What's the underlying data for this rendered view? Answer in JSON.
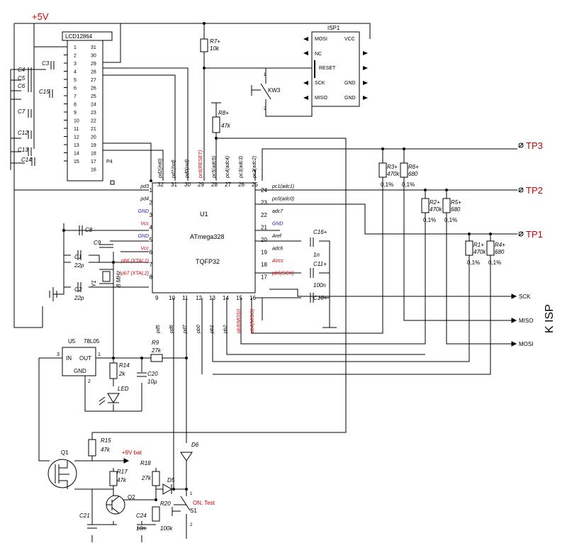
{
  "power": {
    "vcc_label": "+5V",
    "bat_label": "+9V bat"
  },
  "lcd": {
    "name": "LCD12864",
    "connector": "P4",
    "left_pins": [
      "1",
      "2",
      "3",
      "4",
      "5",
      "6",
      "7",
      "8",
      "9",
      "10",
      "11",
      "12",
      "13",
      "14",
      "15"
    ],
    "right_pins": [
      "31",
      "30",
      "29",
      "28",
      "27",
      "26",
      "25",
      "24",
      "23",
      "22",
      "21",
      "20",
      "19",
      "18",
      "17",
      "16"
    ]
  },
  "lcd_caps": [
    "C3",
    "C4",
    "C5",
    "C6",
    "C15",
    "C7",
    "C12",
    "C13",
    "C14"
  ],
  "isp": {
    "name": "ISP1",
    "pins": {
      "mosi": "MOSI",
      "vcc": "VCC",
      "nc": "NC",
      "reset": "RESET",
      "sck": "SCK",
      "gnd1": "GND",
      "miso": "MISO",
      "gnd2": "GND"
    },
    "header_label": "K ISP",
    "signal_sck": "SCK",
    "signal_miso": "MISO",
    "signal_mosi": "MOSI"
  },
  "button_kw3": {
    "name": "KW3",
    "pin1": "1",
    "pin2": "2"
  },
  "mcu": {
    "ref": "U1",
    "part": "ATmega328",
    "package": "TQFP32",
    "left_pins": [
      {
        "num": "1",
        "label": "pd3",
        "color": "black"
      },
      {
        "num": "2",
        "label": "pd4",
        "color": "black"
      },
      {
        "num": "3",
        "label": "GND",
        "color": "blue"
      },
      {
        "num": "4",
        "label": "Vcc",
        "color": "red"
      },
      {
        "num": "5",
        "label": "GND",
        "color": "blue"
      },
      {
        "num": "6",
        "label": "Vcc",
        "color": "red"
      },
      {
        "num": "7",
        "label": "pb6 (XTAL1)",
        "color": "red"
      },
      {
        "num": "8",
        "label": "pb7 (XTAL2)",
        "color": "red"
      }
    ],
    "right_pins": [
      {
        "num": "24",
        "label": "pc1(adc1)",
        "color": "black"
      },
      {
        "num": "23",
        "label": "pc0(adc0)",
        "color": "black"
      },
      {
        "num": "22",
        "label": "adc7",
        "color": "black"
      },
      {
        "num": "21",
        "label": "GND",
        "color": "blue"
      },
      {
        "num": "20",
        "label": "Aref",
        "color": "black"
      },
      {
        "num": "19",
        "label": "adc6",
        "color": "black"
      },
      {
        "num": "18",
        "label": "AVcc",
        "color": "red"
      },
      {
        "num": "17",
        "label": "pb5(SCK)",
        "color": "red"
      }
    ],
    "top_pins": [
      {
        "num": "32",
        "label": "pd2(int0)",
        "color": "black"
      },
      {
        "num": "31",
        "label": "pd1(txd)",
        "color": "black"
      },
      {
        "num": "30",
        "label": "pd0(rxd)",
        "color": "black"
      },
      {
        "num": "29",
        "label": "pc6(RESET)",
        "color": "red"
      },
      {
        "num": "28",
        "label": "pc5(adc5)",
        "color": "black"
      },
      {
        "num": "27",
        "label": "pc4(adc4)",
        "color": "black"
      },
      {
        "num": "26",
        "label": "pc3(adc3)",
        "color": "black"
      },
      {
        "num": "25",
        "label": "pc2(adc2)",
        "color": "black"
      }
    ],
    "bottom_pins": [
      {
        "num": "9",
        "label": "pd5",
        "color": "black"
      },
      {
        "num": "10",
        "label": "pd6",
        "color": "black"
      },
      {
        "num": "11",
        "label": "pd7",
        "color": "black"
      },
      {
        "num": "12",
        "label": "pb0",
        "color": "black"
      },
      {
        "num": "13",
        "label": "pb1",
        "color": "black"
      },
      {
        "num": "14",
        "label": "pb2",
        "color": "black"
      },
      {
        "num": "15",
        "label": "pb3(MOSI)",
        "color": "red"
      },
      {
        "num": "16",
        "label": "pb4(MISO)",
        "color": "red"
      }
    ]
  },
  "components": {
    "r7": {
      "ref": "R7+",
      "val": "10k"
    },
    "r8": {
      "ref": "R8+",
      "val": "47k"
    },
    "r3": {
      "ref": "R3+",
      "val": "470k",
      "tol": "0,1%"
    },
    "r6": {
      "ref": "R6+",
      "val": "680",
      "tol": "0,1%"
    },
    "r2": {
      "ref": "R2+",
      "val": "470k",
      "tol": "0,1%"
    },
    "r5": {
      "ref": "R5+",
      "val": "680",
      "tol": "0,1%"
    },
    "r1": {
      "ref": "R1+",
      "val": "470k",
      "tol": "0,1%"
    },
    "r4": {
      "ref": "R4+",
      "val": "680",
      "tol": "0,1%"
    },
    "c8": {
      "ref": "C8"
    },
    "c9": {
      "ref": "C9"
    },
    "c1": {
      "ref": "C1",
      "val": "22p"
    },
    "c2": {
      "ref": "C2",
      "val": "22p"
    },
    "y1": {
      "ref": "Y1",
      "val": "8 MHz"
    },
    "c16": {
      "ref": "C16+",
      "val": "1n"
    },
    "c11": {
      "ref": "C11+",
      "val": "100n"
    },
    "c10": {
      "ref": "C10+"
    },
    "u5": {
      "ref": "U5",
      "part": "78L05",
      "in": "IN",
      "out": "OUT",
      "gnd": "GND",
      "pin_in": "3",
      "pin_out": "1",
      "pin_gnd": "2"
    },
    "r9": {
      "ref": "R9",
      "val": "27k"
    },
    "r14": {
      "ref": "R14",
      "val": "2k"
    },
    "c20": {
      "ref": "C20",
      "val": "10µ"
    },
    "led": {
      "ref": "LED"
    },
    "r15": {
      "ref": "R15",
      "val": "47k"
    },
    "q1": {
      "ref": "Q1"
    },
    "d6": {
      "ref": "D6"
    },
    "r17": {
      "ref": "R17",
      "val": "47k"
    },
    "r18": {
      "ref": "R18",
      "val": "27k"
    },
    "d5": {
      "ref": "D5"
    },
    "q2": {
      "ref": "Q2"
    },
    "c21": {
      "ref": "C21"
    },
    "c24": {
      "ref": "C24",
      "val": "10n"
    },
    "r20": {
      "ref": "R20",
      "val": "100k"
    },
    "s1": {
      "ref": "S1",
      "pin1": "1",
      "pin2": "2",
      "label": "ON, Test"
    }
  },
  "test_points": [
    {
      "label": "TP3"
    },
    {
      "label": "TP2"
    },
    {
      "label": "TP1"
    }
  ],
  "colors": {
    "wire": "#000000",
    "accent_red": "#cc0000",
    "accent_blue": "#1a1aa6"
  }
}
